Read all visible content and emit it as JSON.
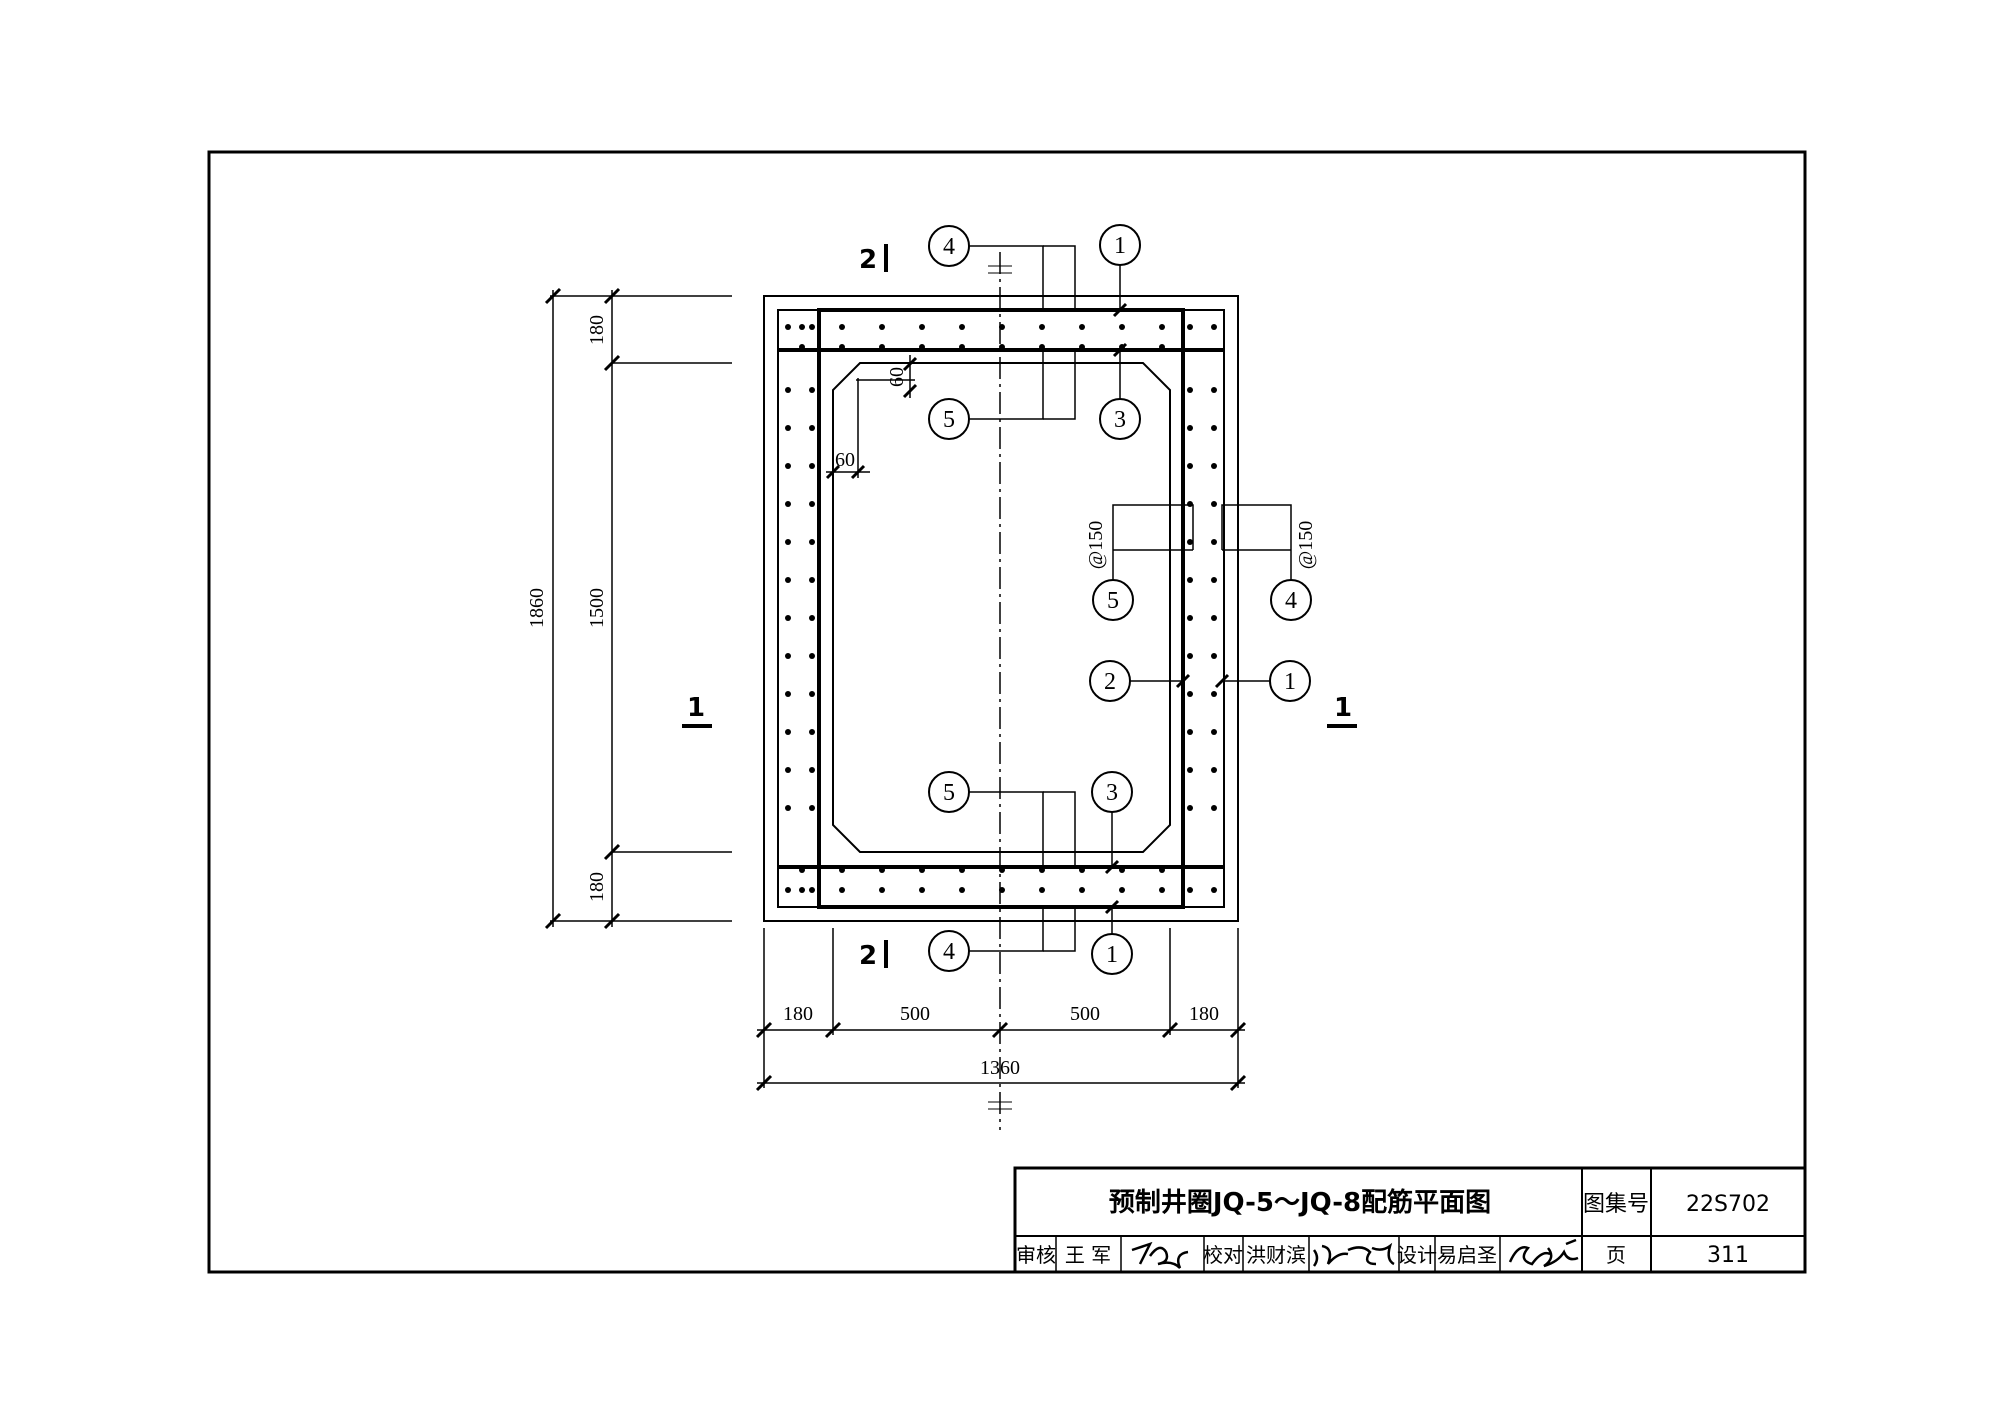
{
  "drawing": {
    "dims_left": {
      "overall": "1860",
      "top": "180",
      "middle": "1500",
      "bottom": "180"
    },
    "dims_bottom": {
      "left": "180",
      "mid_left": "500",
      "mid_right": "500",
      "right": "180",
      "overall": "1360"
    },
    "small_dims": {
      "top_offset": "60",
      "left_offset": "60"
    },
    "spacing_labels": {
      "left": "@150",
      "right": "@150"
    },
    "section_marks": {
      "top": "2",
      "bottom": "2",
      "left": "1",
      "right": "1"
    },
    "bubbles": {
      "top_left": "4",
      "top_right": "1",
      "upper_left": "5",
      "upper_right": "3",
      "mid_5": "5",
      "mid_4": "4",
      "mid_2": "2",
      "mid_1": "1",
      "lower_left": "5",
      "lower_right": "3",
      "bottom_left": "4",
      "bottom_right": "1"
    }
  },
  "title_block": {
    "title": "预制井圈JQ-5～JQ-8配筋平面图",
    "atlas_label": "图集号",
    "atlas_no": "22S702",
    "page_label": "页",
    "page_no": "311",
    "review_label": "审核",
    "reviewer": "王 军",
    "check_label": "校对",
    "checker": "洪财滨",
    "design_label": "设计",
    "designer": "易启圣"
  }
}
